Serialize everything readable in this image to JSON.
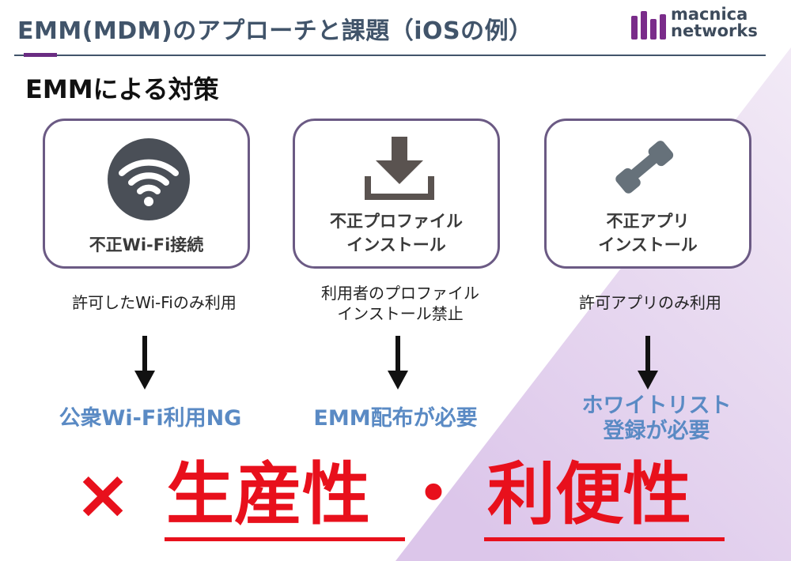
{
  "header": {
    "title": "EMM(MDM)のアプローチと課題（iOSの例）",
    "logo_line1": "macnica",
    "logo_line2": "networks"
  },
  "subtitle": "EMMによる対策",
  "cards": [
    {
      "icon": "wifi-icon",
      "label": "不正Wi-Fi接続"
    },
    {
      "icon": "download-icon",
      "label": "不正プロファイル\nインストール"
    },
    {
      "icon": "phone-icon",
      "label": "不正アプリ\nインストール"
    }
  ],
  "descriptions": [
    "許可したWi-Fiのみ利用",
    "利用者のプロファイル\nインストール禁止",
    "許可アプリのみ利用"
  ],
  "results": [
    "公衆Wi-Fi利用NG",
    "EMM配布が必要",
    "ホワイトリスト\n登録が必要"
  ],
  "conclusion": {
    "mark": "×",
    "word1": "生産性",
    "separator": "・",
    "word2": "利便性"
  },
  "colors": {
    "title": "#41546a",
    "accent": "#6a2c82",
    "result_blue": "#5a8ac4",
    "conclusion_red": "#e8101c",
    "card_border": "#6b5a84"
  }
}
